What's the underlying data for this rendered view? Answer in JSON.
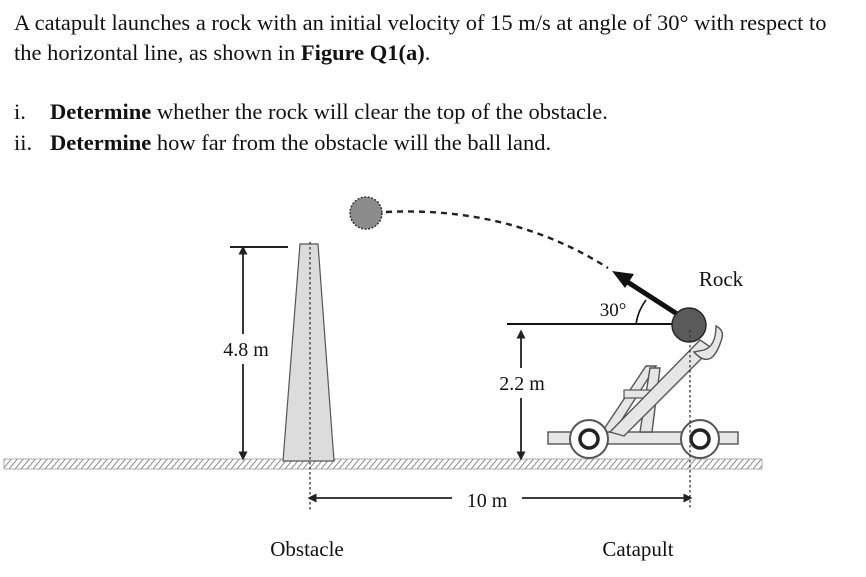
{
  "problem": {
    "intro_pre": "A catapult launches a rock with an initial velocity of 15 m/s at angle of 30° with respect to the horizontal line, as shown in ",
    "figure_ref": "Figure Q1(a)",
    "intro_post": "."
  },
  "questions": [
    {
      "num": "i.",
      "verb": "Determine",
      "rest": " whether the rock will clear the top of the obstacle."
    },
    {
      "num": "ii.",
      "verb": "Determine",
      "rest": " how far from the obstacle will the ball land."
    }
  ],
  "figure": {
    "rock_label": "Rock",
    "angle_label": "30°",
    "obstacle_height": "4.8 m",
    "launch_height": "2.2 m",
    "distance": "10 m",
    "obstacle_label": "Obstacle",
    "catapult_label": "Catapult"
  }
}
